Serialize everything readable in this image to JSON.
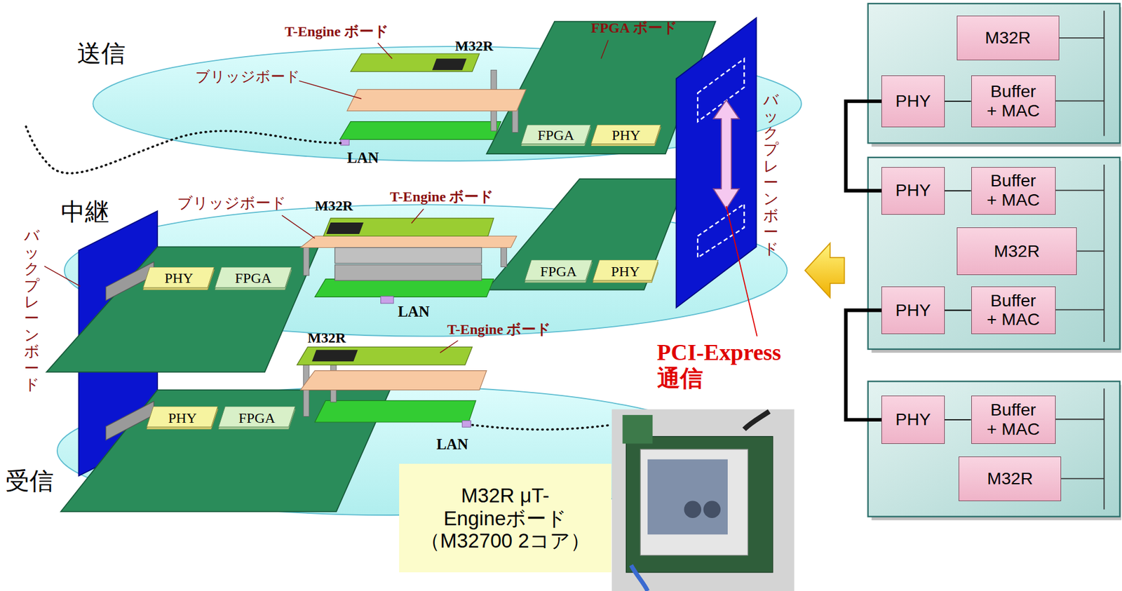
{
  "diagram": {
    "nodes": [
      {
        "text": [
          "FPGA"
        ]
      },
      {
        "text": [
          "PHY"
        ]
      },
      {
        "text": [
          "PHY"
        ]
      },
      {
        "text": [
          "FPGA"
        ]
      },
      {
        "text": [
          "FPGA"
        ]
      },
      {
        "text": [
          "PHY"
        ]
      },
      {
        "text": [
          "PHY"
        ]
      },
      {
        "text": [
          "FPGA"
        ]
      },
      {
        "text": [
          "M32R μT-Engineボード （M32700 2コア）"
        ]
      },
      {
        "text": [
          "M32R"
        ]
      },
      {
        "text": [
          "PHY"
        ]
      },
      {
        "text": [
          "Buffer + MAC"
        ]
      },
      {
        "text": [
          "PHY"
        ]
      },
      {
        "text": [
          "Buffer + MAC"
        ]
      },
      {
        "text": [
          "M32R"
        ]
      },
      {
        "text": [
          "PHY"
        ]
      },
      {
        "text": [
          "Buffer + MAC"
        ]
      },
      {
        "text": [
          "PHY"
        ]
      },
      {
        "text": [
          "Buffer + MAC"
        ]
      },
      {
        "text": [
          "M32R"
        ]
      }
    ],
    "edges": [
      {
        "from": 10,
        "to": 11,
        "arrow": "none"
      },
      {
        "from": 10,
        "to": 12,
        "arrow": "none"
      },
      {
        "from": 12,
        "to": 13,
        "arrow": "none"
      },
      {
        "from": 15,
        "to": 16,
        "arrow": "none"
      },
      {
        "from": 15,
        "to": 17,
        "arrow": "none"
      },
      {
        "from": 17,
        "to": 18,
        "arrow": "none"
      }
    ],
    "labels": [
      "送信",
      "T-Engine ボード",
      "M32R",
      "ブリッジボード",
      "FPGA ボード",
      "LAN",
      "バックプレーンボード",
      "中継",
      "バックプレーンボード",
      "ブリッジボード",
      "M32R",
      "T-Engine ボード",
      "LAN",
      "M32R",
      "T-Engine ボード",
      "PCI-Express 通信",
      "受信",
      "LAN"
    ]
  }
}
